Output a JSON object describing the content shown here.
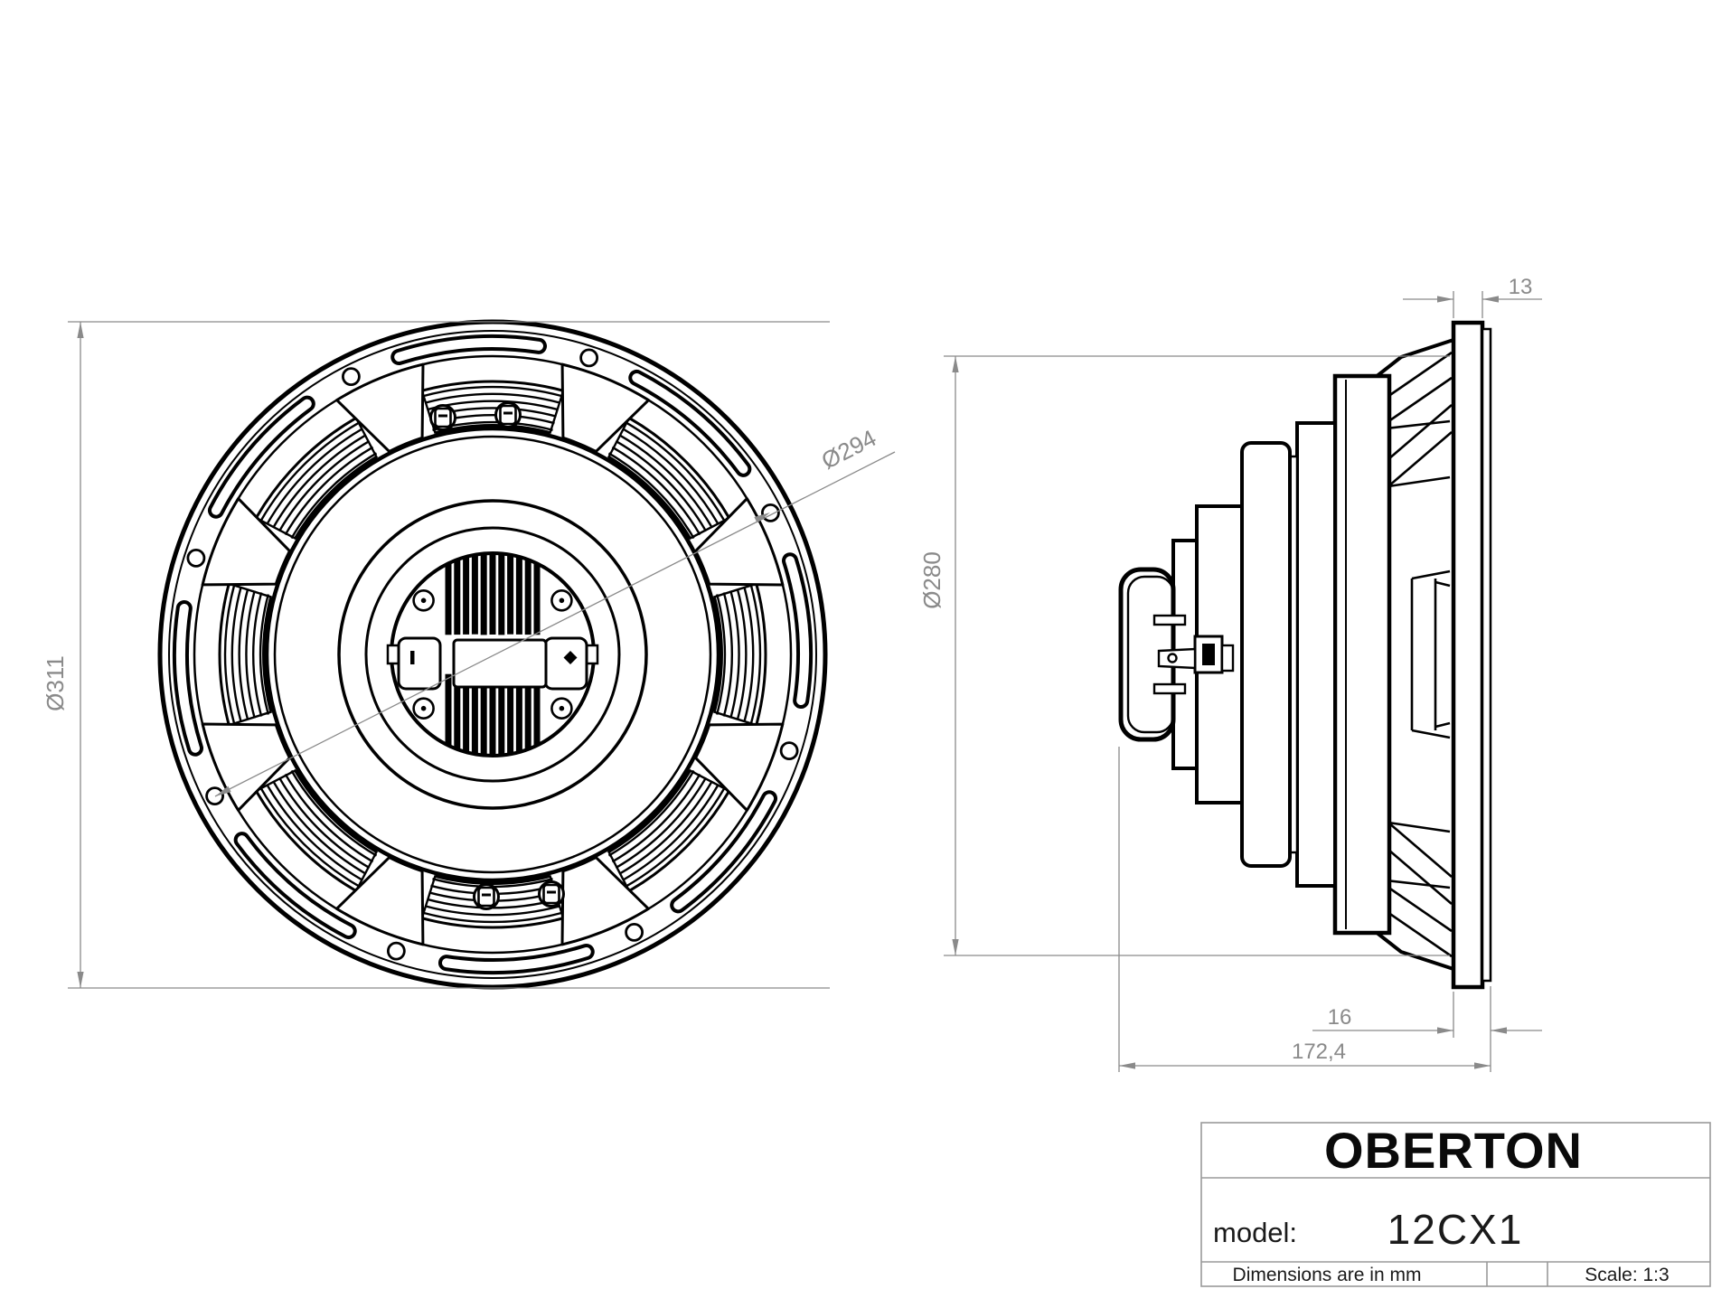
{
  "title_block": {
    "brand": "OBERTON",
    "model_label": "model:",
    "model_value": "12CX1",
    "units_note": "Dimensions are in mm",
    "scale_note": "Scale: 1:3"
  },
  "dimensions": {
    "outer_diameter": "Ø311",
    "bolt_circle_diameter": "Ø294",
    "cutout_diameter": "Ø280",
    "flange_thickness": "13",
    "front_mounting_depth": "16",
    "overall_depth": "172,4"
  },
  "colors": {
    "line": "#000000",
    "dimension_gray": "#8a8a8a",
    "title_border_gray": "#9a9a9a",
    "background": "#ffffff"
  }
}
